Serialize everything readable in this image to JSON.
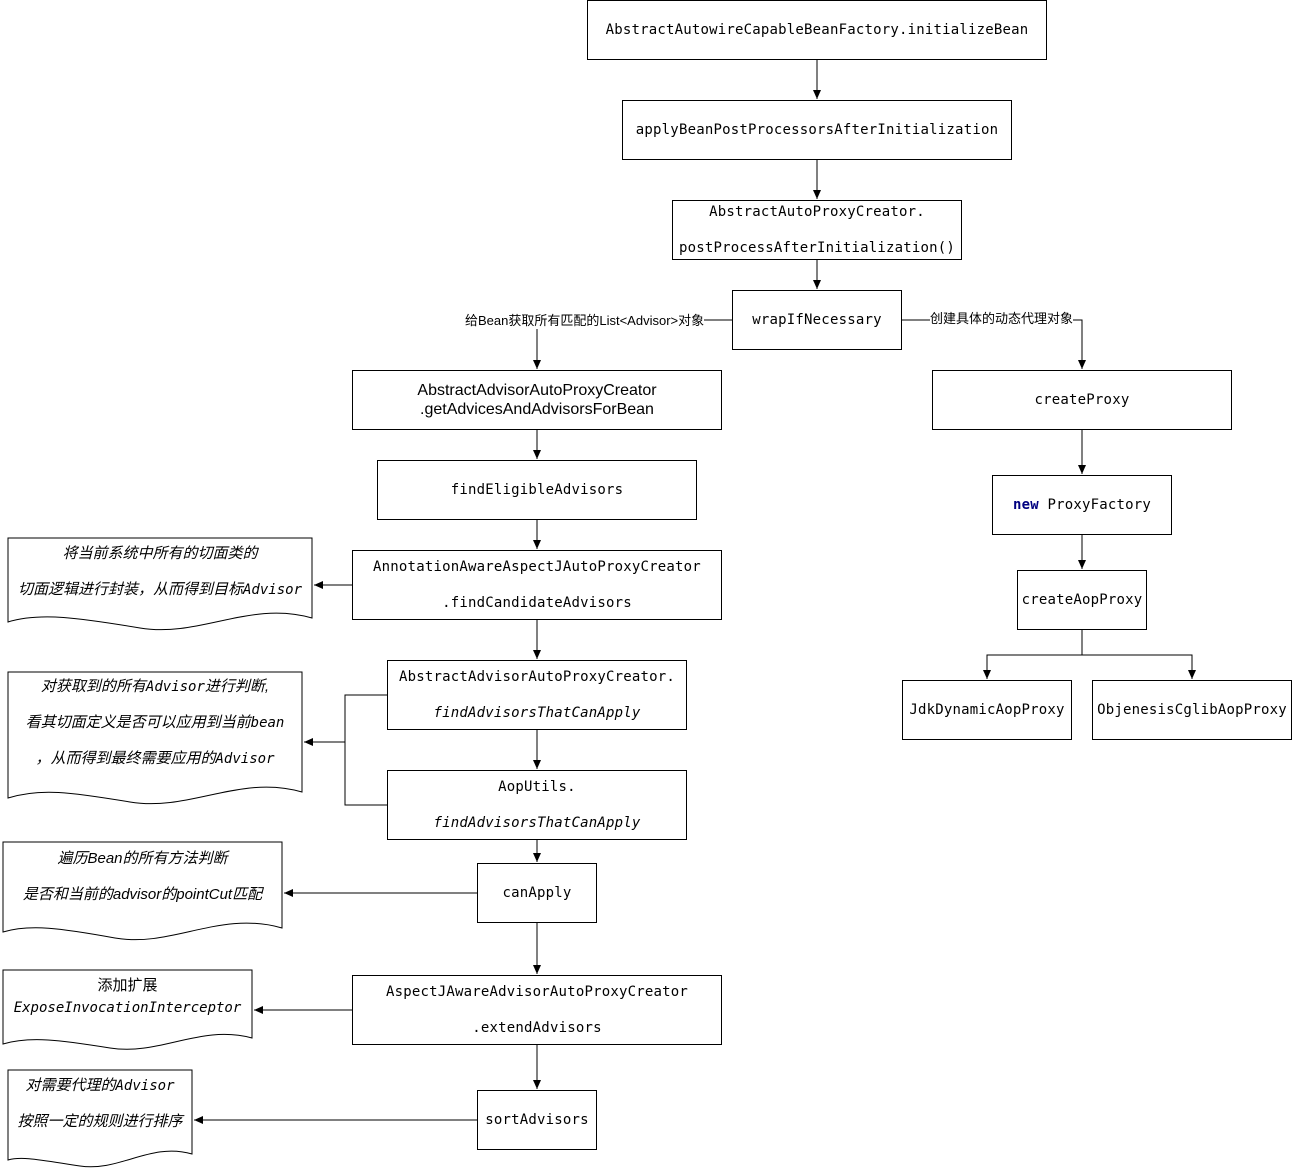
{
  "nodes": {
    "initialize_bean": {
      "lines": [
        "AbstractAutowireCapableBeanFactory.initializeBean"
      ]
    },
    "apply_post_processors": {
      "lines": [
        "applyBeanPostProcessorsAfterInitialization"
      ]
    },
    "post_process_after_init": {
      "lines": [
        "AbstractAutoProxyCreator.",
        "postProcessAfterInitialization()"
      ]
    },
    "wrap_if_necessary": {
      "lines": [
        "wrapIfNecessary"
      ]
    },
    "get_advices_and_advisors": {
      "lines": [
        "AbstractAdvisorAutoProxyCreator",
        ".getAdvicesAndAdvisorsForBean"
      ]
    },
    "find_eligible_advisors": {
      "lines": [
        "findEligibleAdvisors"
      ]
    },
    "find_candidate_advisors": {
      "lines": [
        "AnnotationAwareAspectJAutoProxyCreator",
        ".findCandidateAdvisors"
      ]
    },
    "find_advisors_that_can_apply_abstract": {
      "lines": [
        "AbstractAdvisorAutoProxyCreator.",
        "findAdvisorsThatCanApply"
      ]
    },
    "find_advisors_that_can_apply_aoputils": {
      "lines": [
        "AopUtils.",
        "findAdvisorsThatCanApply"
      ]
    },
    "can_apply": {
      "lines": [
        "canApply"
      ]
    },
    "extend_advisors": {
      "lines": [
        "AspectJAwareAdvisorAutoProxyCreator",
        ".extendAdvisors"
      ]
    },
    "sort_advisors": {
      "lines": [
        "sortAdvisors"
      ]
    },
    "create_proxy": {
      "lines": [
        "createProxy"
      ]
    },
    "new_proxy_factory": {
      "keyword": "new",
      "rest": " ProxyFactory"
    },
    "create_aop_proxy": {
      "lines": [
        "createAopProxy"
      ]
    },
    "jdk_dynamic_aop_proxy": {
      "lines": [
        "JdkDynamicAopProxy"
      ]
    },
    "objenesis_cglib_aop_proxy": {
      "lines": [
        "ObjenesisCglibAopProxy"
      ]
    }
  },
  "notes": {
    "candidate_advisors_note": {
      "line1": "将当前系统中所有的切面类的",
      "line2_prefix": "切面逻辑进行封装，从而得到目标",
      "line2_mono": "Advisor"
    },
    "can_apply_filter_note": {
      "line1_prefix": "对获取到的所有",
      "line1_mono": "Advisor",
      "line1_suffix": "进行判断,",
      "line2_prefix": "看其切面定义是否可以应用到当前",
      "line2_mono": "bean",
      "line3_prefix": "，从而得到最终需要应用的",
      "line3_mono": "Advisor"
    },
    "bean_methods_note": {
      "line1": "遍历Bean的所有方法判断",
      "line2": "是否和当前的advisor的pointCut匹配"
    },
    "extend_note": {
      "line1": "添加扩展",
      "line2": "ExposeInvocationInterceptor"
    },
    "sort_note": {
      "line1_prefix": "对需要代理的",
      "line1_mono": "Advisor",
      "line2": "按照一定的规则进行排序"
    }
  },
  "edge_labels": {
    "left_branch": "给Bean获取所有匹配的List<Advisor>对象",
    "right_branch": "创建具体的动态代理对象"
  },
  "colors": {
    "stroke": "#000000",
    "keyword": "#000080",
    "fill": "#ffffff"
  }
}
